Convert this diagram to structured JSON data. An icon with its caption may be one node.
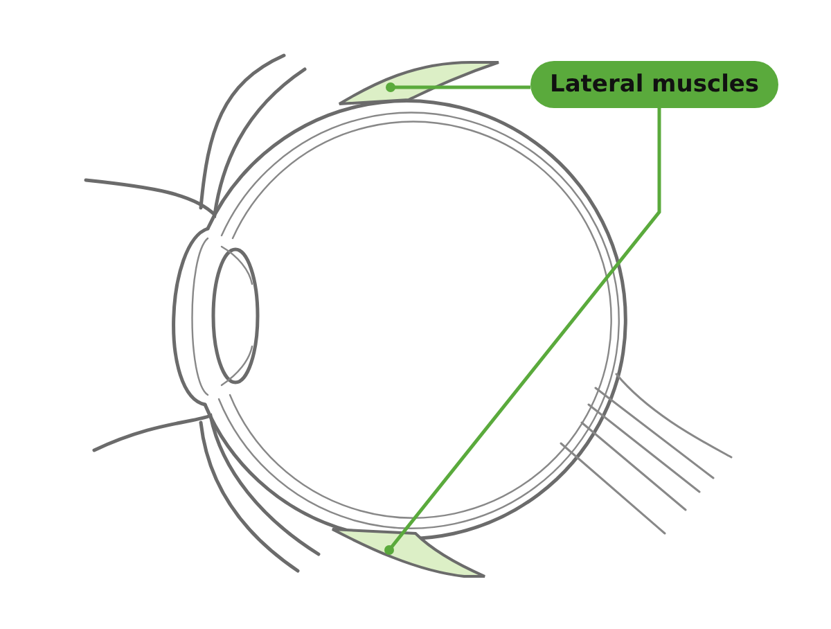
{
  "diagram": {
    "nodes": [
      {
        "text": [
          "Lateral muscles"
        ]
      },
      {
        "text": [],
        "shape": "picture"
      },
      {
        "text": [],
        "shape": "picture"
      }
    ],
    "edges": [
      {
        "from": 0,
        "to": 1,
        "arrow": "other"
      },
      {
        "from": 0,
        "to": 2,
        "arrow": "other"
      }
    ]
  }
}
